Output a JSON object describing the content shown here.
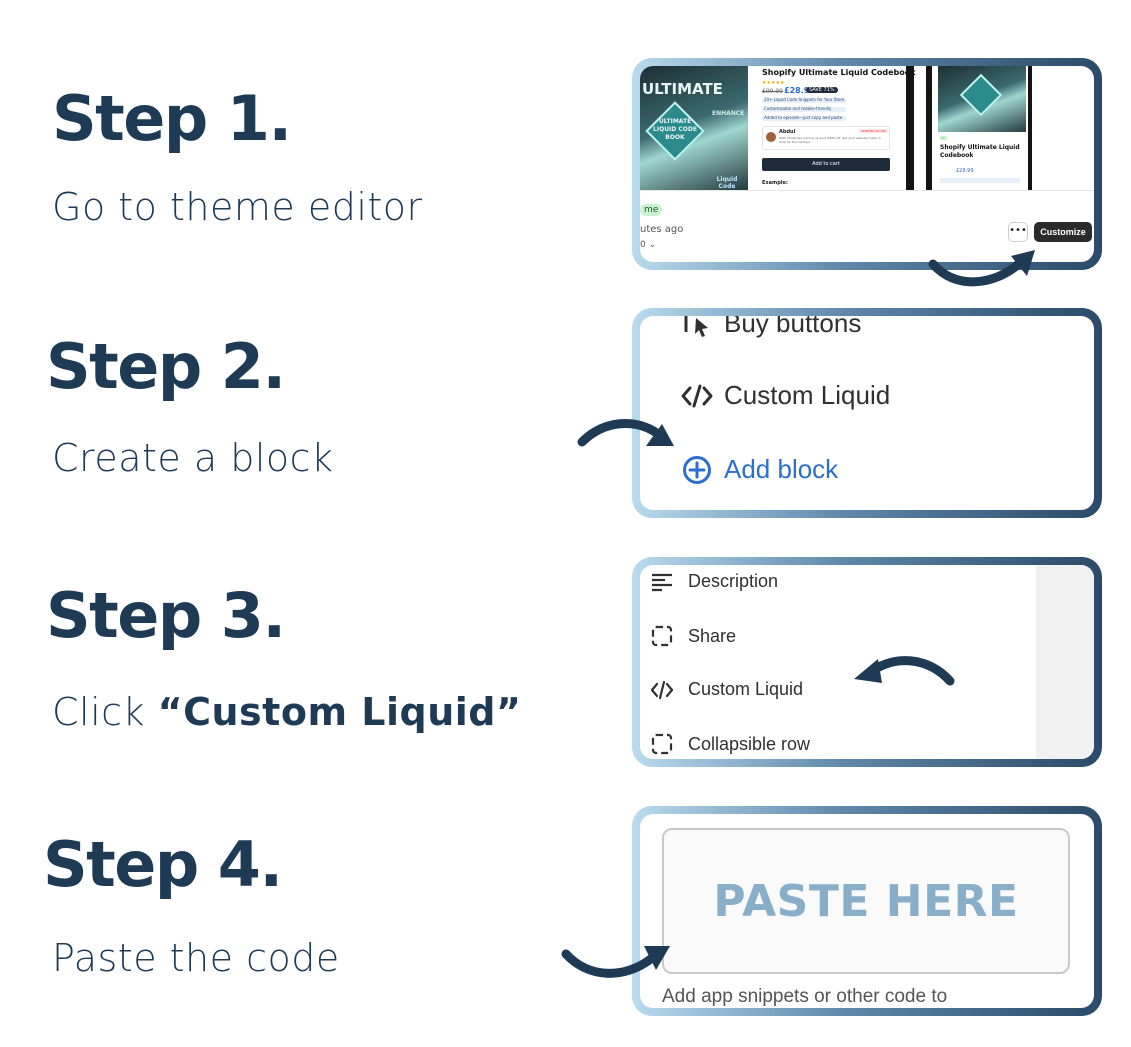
{
  "steps": [
    {
      "title": "Step 1.",
      "description": "Go to theme editor"
    },
    {
      "title": "Step 2.",
      "description": "Create a block"
    },
    {
      "title": "Step 3.",
      "description_prefix": "Click ",
      "description_bold": "“Custom Liquid”"
    },
    {
      "title": "Step 4.",
      "description": "Paste the code"
    }
  ],
  "shot1": {
    "book_word": "ULTIMATE",
    "book_sub": "ULTIMATE LIQUID CODE BOOK",
    "book_side": "ENHANCE",
    "book_foot": "Liquid Code",
    "product_title": "Shopify Ultimate Liquid Codebook",
    "old_price": "£99.99",
    "price": "£28.99",
    "badge": "SAVE 71%",
    "features": [
      "20+ Liquid Code Snippets for Your Store",
      "Customizable and mobile-friendly",
      "Added to episode—just copy and paste"
    ],
    "review_name": "Abdul",
    "review_tag": "VERIFIED BUYER",
    "review_text": "With Christmas coming up save $400 off. Get your website ready in time for the holidays",
    "add_to_cart": "Add to cart",
    "example_label": "Example:",
    "small_title": "Shopify Ultimate Liquid Codebook",
    "small_price": "£28.99",
    "pill": "me",
    "meta_time": "utes ago",
    "meta_chev": "0 ⌄",
    "more": "•••",
    "customize": "Customize"
  },
  "shot2": {
    "items": [
      {
        "icon": "cursor-click-icon",
        "label": "Buy buttons"
      },
      {
        "icon": "code-icon",
        "label": "Custom Liquid"
      },
      {
        "icon": "plus-circle-icon",
        "label": "Add block"
      }
    ],
    "accent": "#2c6ecb"
  },
  "shot3": {
    "items": [
      {
        "icon": "text-align-icon",
        "label": "Description"
      },
      {
        "icon": "dashed-square-icon",
        "label": "Share"
      },
      {
        "icon": "code-icon",
        "label": "Custom Liquid"
      },
      {
        "icon": "dashed-square-icon",
        "label": "Collapsible row"
      }
    ]
  },
  "shot4": {
    "paste": "PASTE HERE",
    "helper": "Add app snippets or other code to"
  },
  "colors": {
    "navy": "#1f3a55",
    "paste": "#88aeca"
  }
}
